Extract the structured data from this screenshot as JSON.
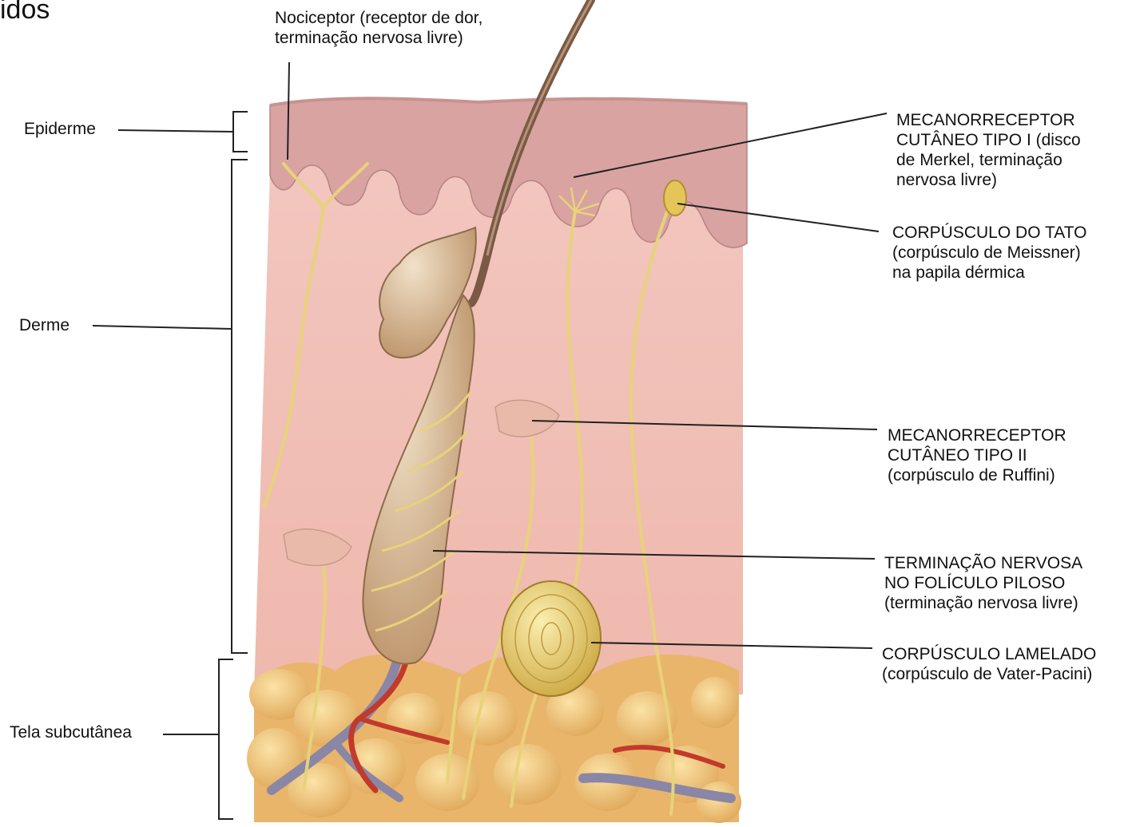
{
  "corner_text": "idos",
  "top_label": [
    "Nociceptor (receptor de dor,",
    "terminação nervosa livre)"
  ],
  "left_labels": {
    "epiderme": "Epiderme",
    "derme": "Derme",
    "tela": "Tela subcutânea"
  },
  "right_labels": {
    "merkel": [
      "MECANORRECEPTOR",
      "CUTÂNEO TIPO I (disco",
      "de Merkel, terminação",
      "nervosa livre)"
    ],
    "meissner": [
      "CORPÚSCULO DO TATO",
      "(corpúsculo de Meissner)",
      "na papila dérmica"
    ],
    "ruffini": [
      "MECANORRECEPTOR",
      "CUTÂNEO TIPO II",
      "(corpúsculo de Ruffini)"
    ],
    "foliculo": [
      "TERMINAÇÃO NERVOSA",
      "NO FOLÍCULO PILOSO",
      "(terminação nervosa livre)"
    ],
    "pacini": [
      "CORPÚSCULO LAMELADO",
      "(corpúsculo de Vater-Pacini)"
    ]
  }
}
